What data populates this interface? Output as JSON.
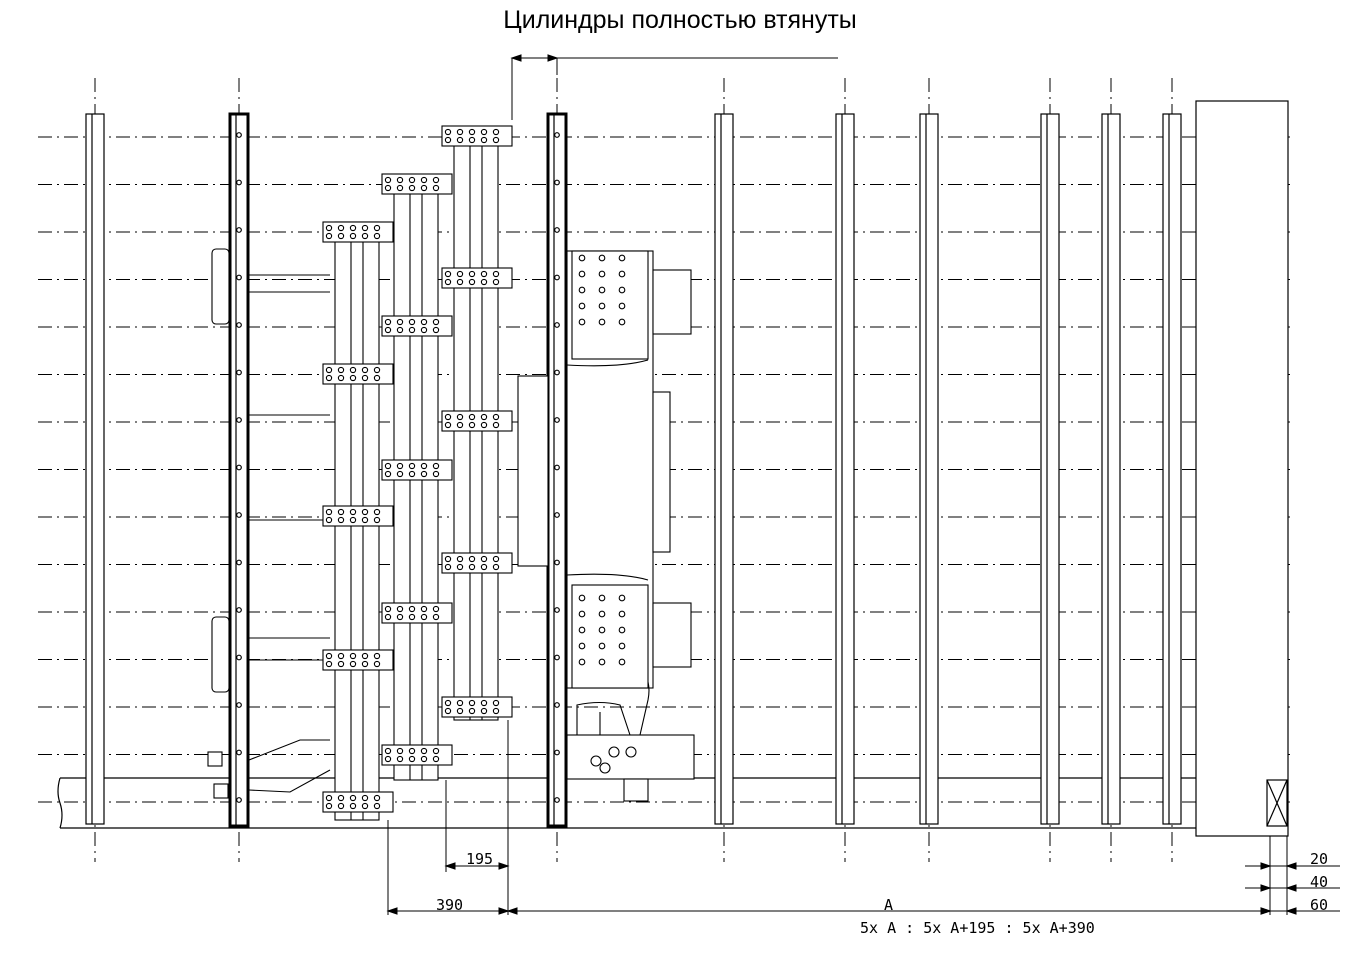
{
  "title": "Цилиндры полностью втянуты",
  "dimensions": {
    "d195": "195",
    "d390": "390",
    "dA": "A",
    "formula": "5x A : 5x A+195 : 5x A+390",
    "right": [
      "20",
      "40",
      "60"
    ]
  },
  "colors": {
    "line": "#000000",
    "background": "#ffffff"
  }
}
